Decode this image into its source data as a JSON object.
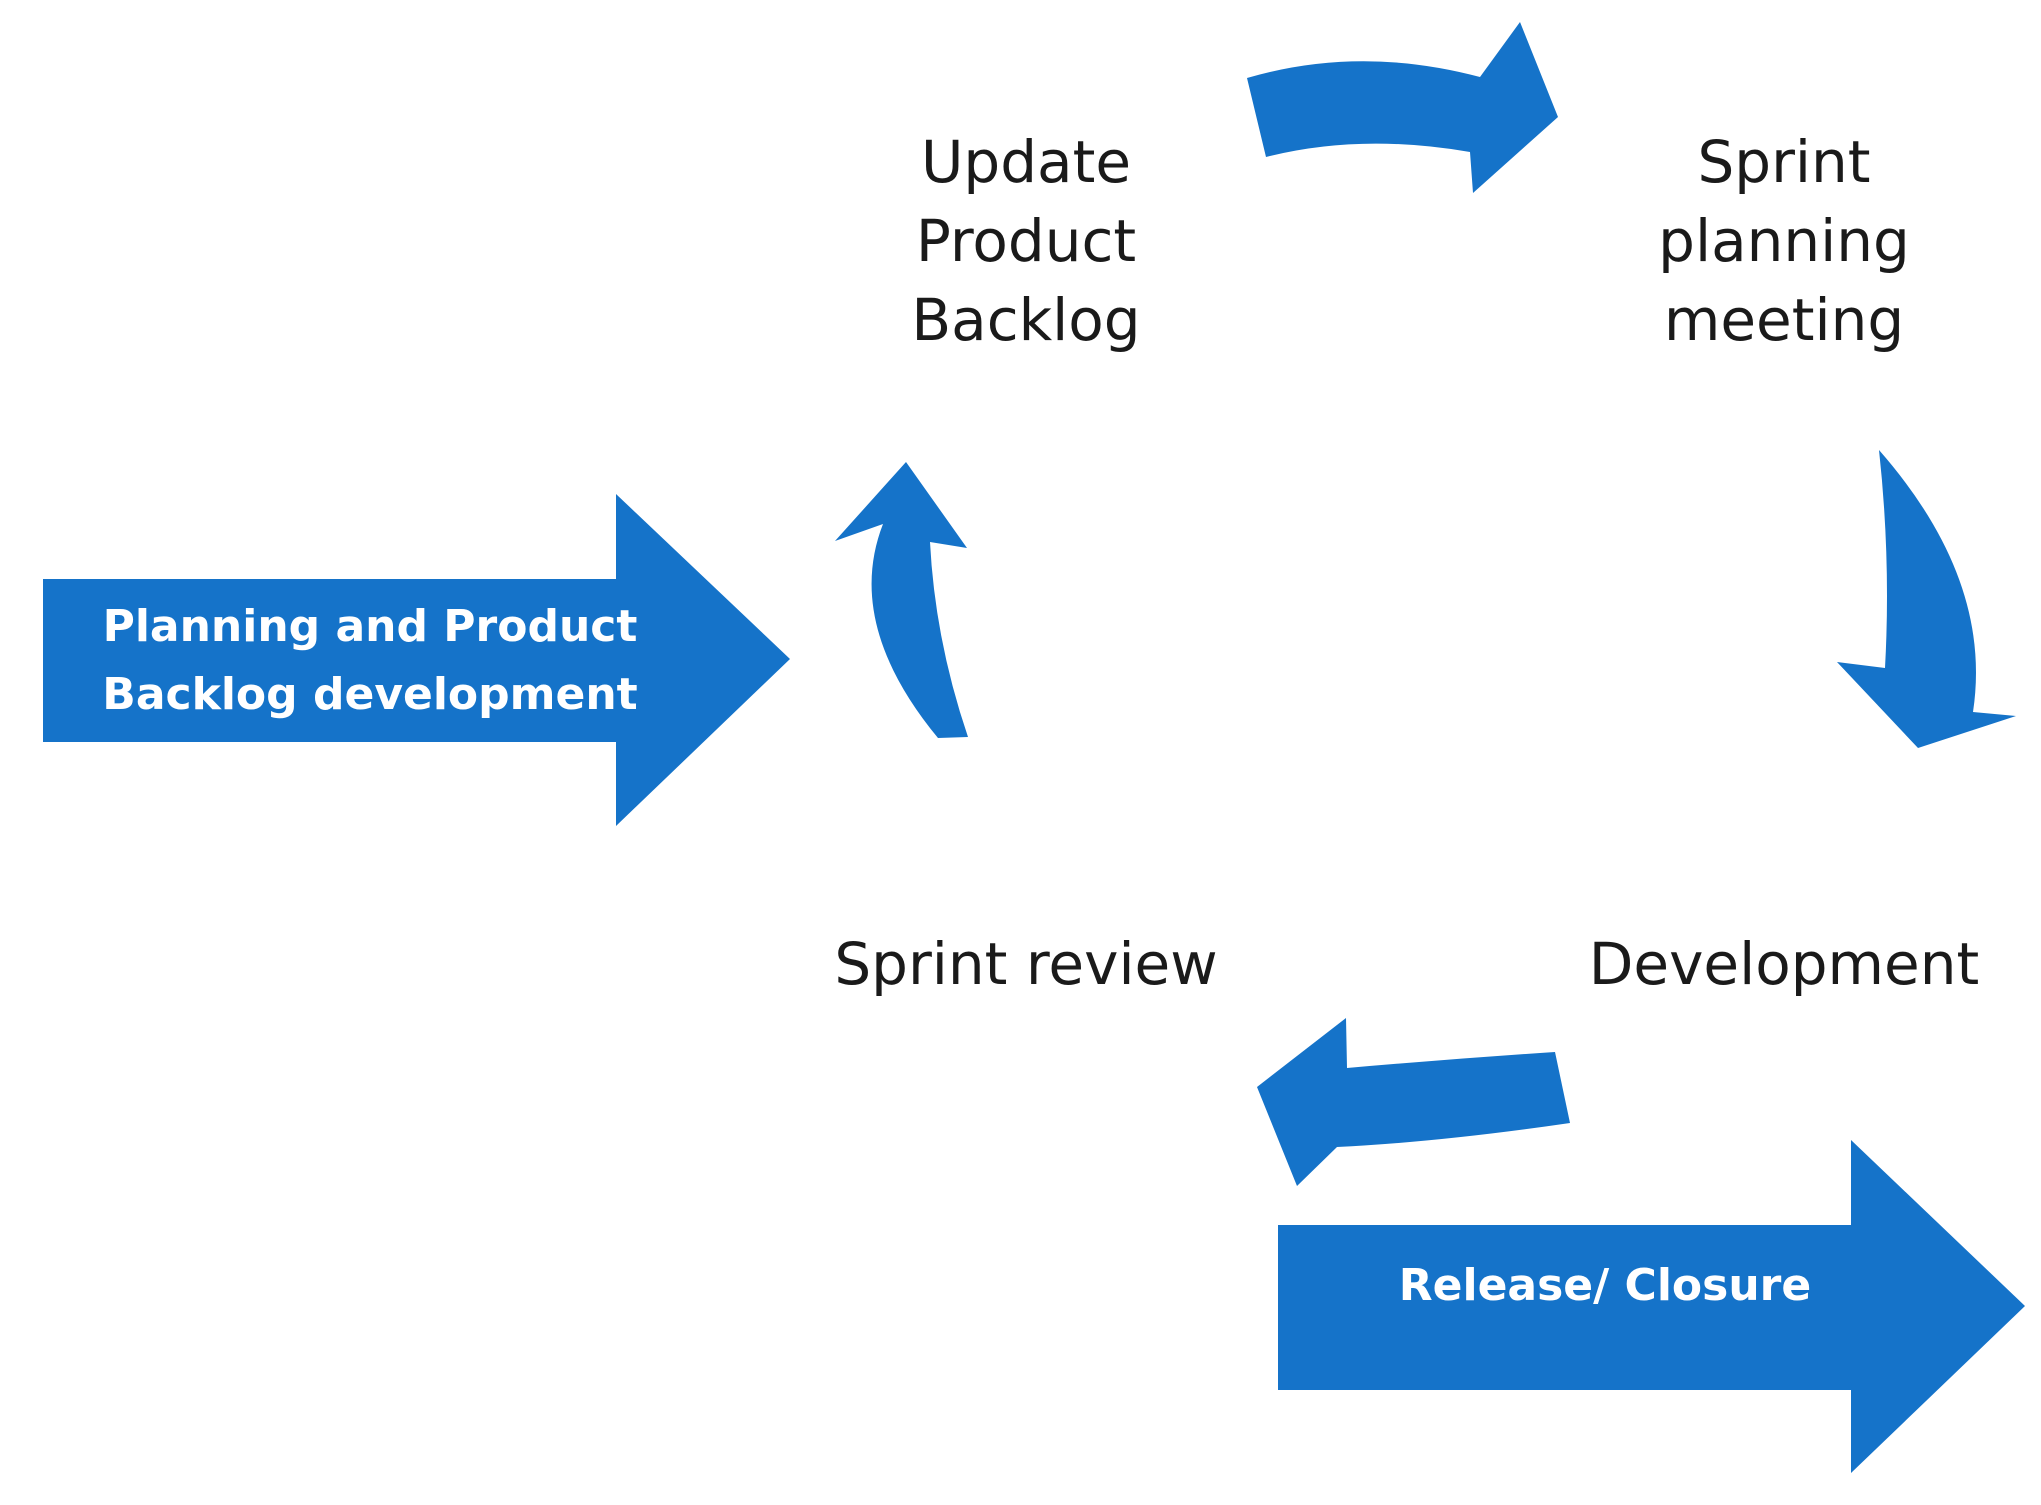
{
  "colors": {
    "arrow_fill": "#1573C9",
    "text": "#1a1a1a",
    "arrow_text": "#ffffff"
  },
  "nodes": {
    "update_backlog": {
      "line1": "Update",
      "line2": "Product",
      "line3": "Backlog"
    },
    "sprint_planning": {
      "line1": "Sprint",
      "line2": "planning",
      "line3": "meeting"
    },
    "development": {
      "label": "Development"
    },
    "sprint_review": {
      "label": "Sprint review"
    }
  },
  "block_arrows": {
    "input": {
      "line1": "Planning and Product",
      "line2": "Backlog development"
    },
    "output": {
      "label": "Release/ Closure"
    }
  },
  "cycle_arrows": [
    {
      "from": "Update Product Backlog",
      "to": "Sprint planning meeting"
    },
    {
      "from": "Sprint planning meeting",
      "to": "Development"
    },
    {
      "from": "Development",
      "to": "Sprint review"
    },
    {
      "from": "Sprint review",
      "to": "Update Product Backlog"
    }
  ]
}
